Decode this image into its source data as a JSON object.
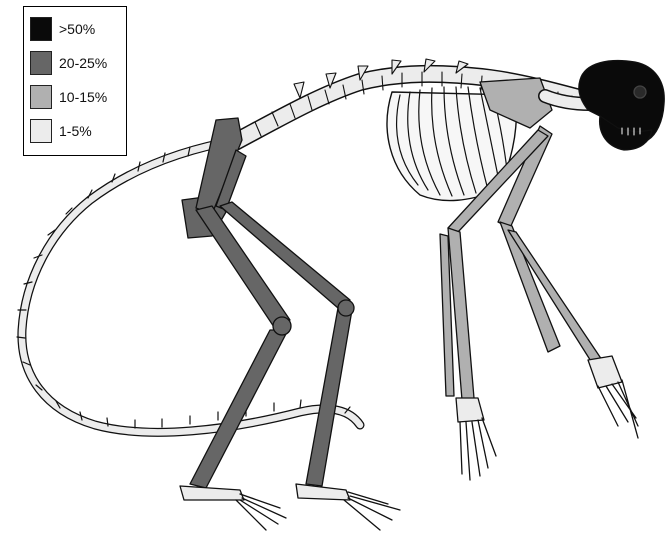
{
  "legend": {
    "items": [
      {
        "label": ">50%",
        "color": "#0a0a0a"
      },
      {
        "label": "20-25%",
        "color": "#666666"
      },
      {
        "label": "10-15%",
        "color": "#b0b0b0"
      },
      {
        "label": "1-5%",
        "color": "#ececec"
      }
    ]
  },
  "skeleton": {
    "bone_groups": [
      {
        "name": "skull",
        "fill_tier": ">50%"
      },
      {
        "name": "pelvis-and-hindlimbs",
        "fill_tier": "20-25%"
      },
      {
        "name": "forelimbs-and-scapula",
        "fill_tier": "10-15%"
      },
      {
        "name": "spine-ribs-tail-hands-feet",
        "fill_tier": "1-5%"
      }
    ]
  }
}
